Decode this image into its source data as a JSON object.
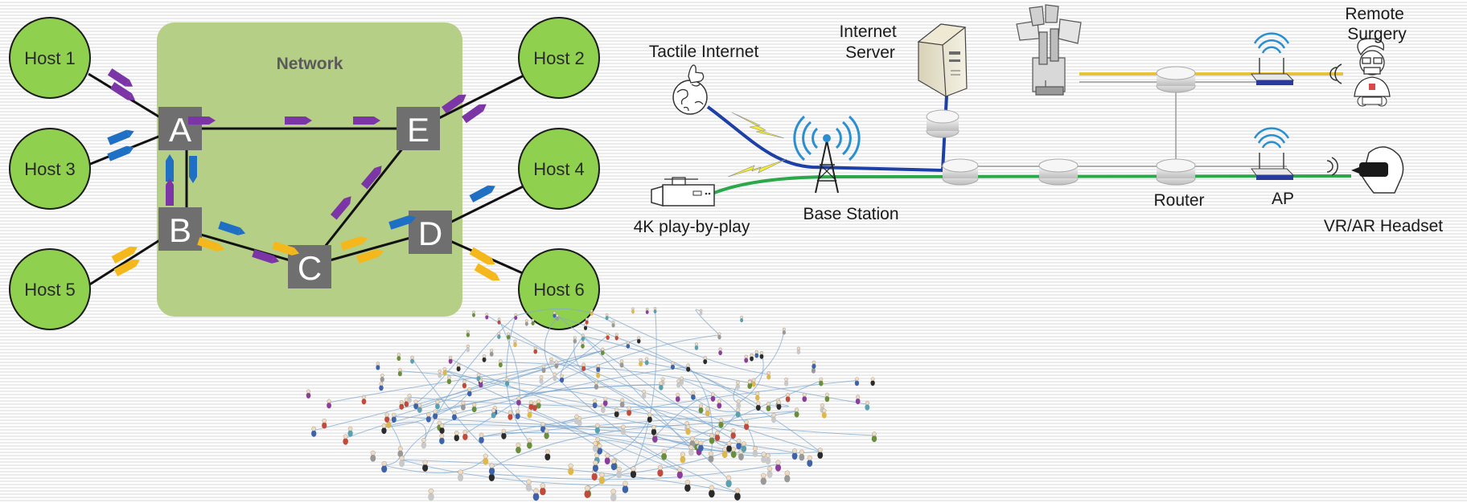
{
  "network": {
    "title": "Network",
    "hosts": [
      {
        "id": "host1",
        "label": "Host 1"
      },
      {
        "id": "host2",
        "label": "Host 2"
      },
      {
        "id": "host3",
        "label": "Host 3"
      },
      {
        "id": "host4",
        "label": "Host 4"
      },
      {
        "id": "host5",
        "label": "Host 5"
      },
      {
        "id": "host6",
        "label": "Host 6"
      }
    ],
    "nodes": [
      {
        "id": "A",
        "label": "A"
      },
      {
        "id": "B",
        "label": "B"
      },
      {
        "id": "C",
        "label": "C"
      },
      {
        "id": "D",
        "label": "D"
      },
      {
        "id": "E",
        "label": "E"
      }
    ],
    "colors": {
      "cloud": "#b5cf86",
      "host": "#8fd14f",
      "node": "#6f6f6f",
      "flow_purple": "#7b35a6",
      "flow_blue": "#1f6fc4",
      "flow_yellow": "#f5b81c"
    }
  },
  "tactile": {
    "labels": {
      "tactile_internet": "Tactile Internet",
      "internet_server": "Internet\nServer",
      "base_station": "Base Station",
      "play_by_play": "4K play-by-play",
      "router": "Router",
      "ap": "AP",
      "remote_surgery": "Remote\nSurgery",
      "headset": "VR/AR Headset"
    },
    "icons": [
      "globe-hand-icon",
      "server-icon",
      "cell-tower-icon",
      "camera-icon",
      "router-icon",
      "wifi-ap-icon",
      "surgical-robot-icon",
      "surgeon-icon",
      "vr-headset-icon"
    ],
    "colors": {
      "blue_link": "#1c3fa8",
      "green_link": "#2aa84a",
      "yellow_link": "#e8c33a"
    }
  },
  "crowd": {
    "icon": "crowd-network-icon"
  }
}
